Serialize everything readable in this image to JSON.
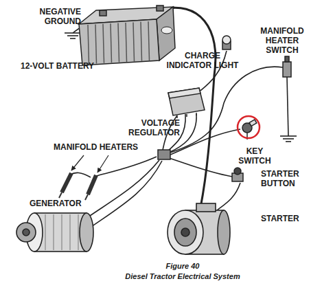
{
  "diagram": {
    "caption": "Diesel Tractor Electrical System",
    "labels": [
      "NEGATIVE GROUND",
      "12-VOLT BATTERY",
      "CHARGE INDICATOR LIGHT",
      "MANIFOLD HEATER SWITCH",
      "VOLTAGE REGULATOR",
      "MANIFOLD HEATERS",
      "KEY SWITCH",
      "STARTER BUTTON",
      "GENERATOR",
      "STARTER",
      "Figure 40"
    ]
  }
}
